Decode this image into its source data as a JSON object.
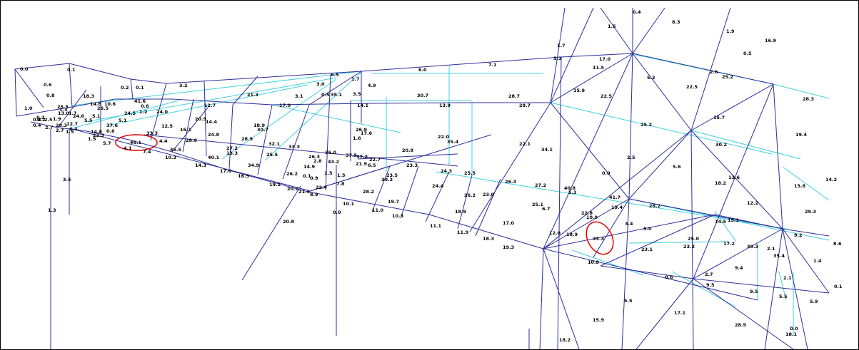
{
  "colors": {
    "background": "#ffffff",
    "member_primary": "#2b2f9a",
    "member_secondary": "#3fd0e0",
    "highlight": "#e00000",
    "label": "#000000"
  },
  "labels": [
    "0.0",
    "0.1",
    "0.6",
    "0.8",
    "18.3",
    "1.0",
    "0.2",
    "0.4",
    "25.5",
    "14.6",
    "10.6",
    "0.1",
    "0.2",
    "41.6",
    "0.6",
    "24.5",
    "1.2",
    "24.0",
    "12.7",
    "20.9",
    "14.4",
    "3.2",
    "21.3",
    "3.0",
    "6.5",
    "1.7",
    "3.1",
    "0.5",
    "35.1",
    "3.5",
    "4.9",
    "6.0",
    "7.1",
    "5.3",
    "1.7",
    "0.4",
    "1.5",
    "8.3",
    "1.9",
    "16.9",
    "0.5",
    "17.0",
    "11.5",
    "15.9",
    "22.5",
    "5.2",
    "2.6",
    "25.2",
    "22.5",
    "28.3",
    "30.7",
    "28.7",
    "28.7",
    "13.9",
    "14.1",
    "17.0",
    "18.9",
    "30.7",
    "15.7",
    "25.2",
    "30.2",
    "19.4",
    "26.9",
    "17.6",
    "1.6",
    "22.0",
    "35.4",
    "22.1",
    "34.1",
    "2.5",
    "5.6",
    "0.0",
    "18.2",
    "13.6",
    "15.8",
    "14.2",
    "12.2",
    "29.3",
    "5.7",
    "4.4",
    "46.1",
    "33.3",
    "7.4",
    "4.1",
    "12.5",
    "16.1",
    "24.8",
    "28.6",
    "28.9",
    "32.1",
    "33.3",
    "45.5",
    "40.1",
    "27.2",
    "13.3",
    "25.5",
    "10.3",
    "14.3",
    "17.6",
    "16.5",
    "34.9",
    "26.2",
    "26.3",
    "36.0",
    "37.5",
    "37.2",
    "22.7",
    "2.8",
    "43.2",
    "21.9",
    "6.5",
    "20.8",
    "23.3",
    "24.3",
    "25.5",
    "30.2",
    "23.5",
    "14.9",
    "0.1",
    "0.9",
    "1.5",
    "1.5",
    "7.8",
    "22.4",
    "8.9",
    "19.2",
    "20.7",
    "21.4",
    "24.4",
    "28.2",
    "19.7",
    "10.1",
    "11.0",
    "10.3",
    "18.9",
    "26.2",
    "23.0",
    "26.3",
    "27.2",
    "40.8",
    "5.3",
    "41.7",
    "25.1",
    "6.7",
    "19.4",
    "22.8",
    "10.0",
    "3.4",
    "5.0",
    "18.9",
    "12.0",
    "33.3",
    "25.0",
    "23.2",
    "23.1",
    "17.0",
    "11.1",
    "11.9",
    "18.3",
    "19.3",
    "26.2",
    "14.5",
    "15.1",
    "17.2",
    "30.3",
    "2.1",
    "35.4",
    "9.2",
    "8.6",
    "1.4",
    "9.4",
    "2.7",
    "9.5",
    "2.1",
    "0.6",
    "10.8",
    "9.5",
    "5.5",
    "5.9",
    "0.1",
    "5.5",
    "17.1",
    "15.9",
    "28.9",
    "18.1",
    "0.0",
    "18.2",
    "3.5",
    "1.3",
    "20.8",
    "0.0",
    "1.3",
    "13.0",
    "1.7",
    "24.6",
    "26.5",
    "5.1",
    "5.5",
    "37.6",
    "0.6",
    "5.1",
    "14.8",
    "22.3",
    "1.5",
    "0.2",
    "2.5",
    "1.9",
    "12.7",
    "28.3",
    "2.7",
    "1.5",
    "2.7",
    "6.4",
    "0.4"
  ]
}
